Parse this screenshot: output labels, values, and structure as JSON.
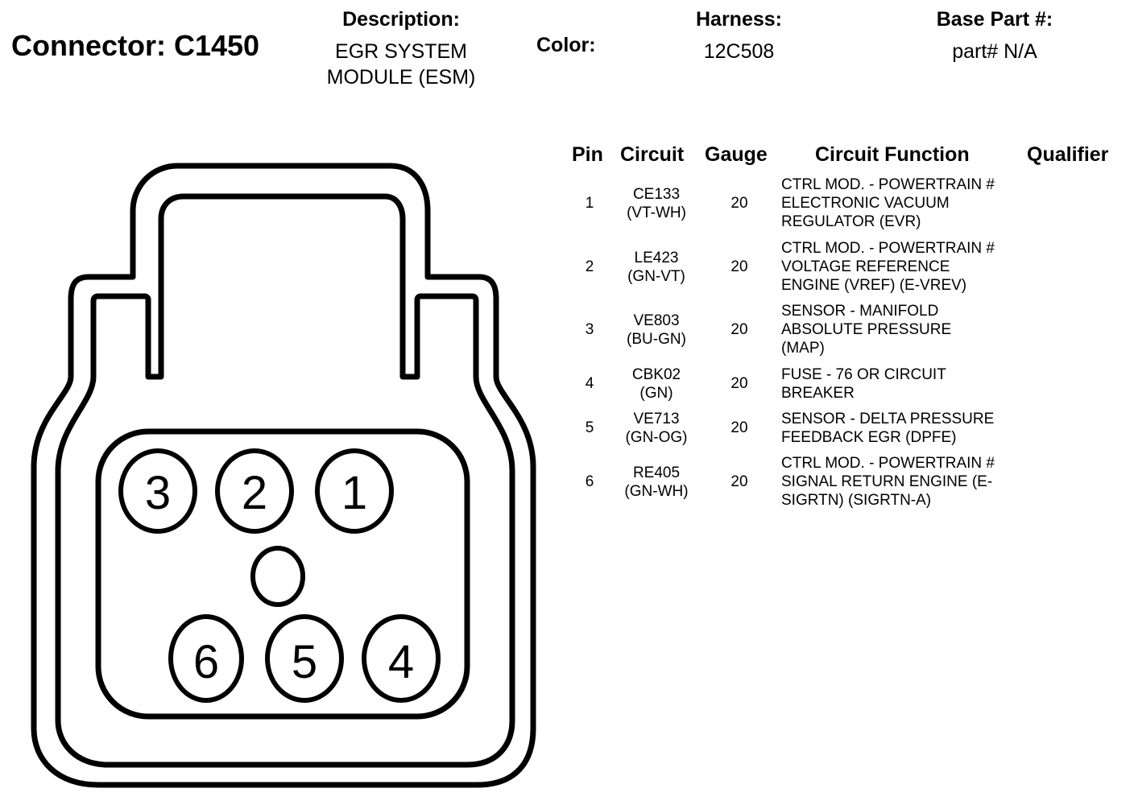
{
  "header": {
    "connector": "Connector: C1450",
    "description_label": "Description:",
    "description_line1": "EGR SYSTEM",
    "description_line2": "MODULE (ESM)",
    "color_label": "Color:",
    "harness_label": "Harness:",
    "harness_value": "12C508",
    "base_part_label": "Base Part #:",
    "base_part_value": "part# N/A"
  },
  "table": {
    "headers": {
      "pin": "Pin",
      "circuit": "Circuit",
      "gauge": "Gauge",
      "function": "Circuit Function",
      "qualifier": "Qualifier"
    },
    "rows": [
      {
        "pin": "1",
        "circuit": "CE133",
        "color": "(VT-WH)",
        "gauge": "20",
        "function": "CTRL MOD. - POWERTRAIN #\nELECTRONIC VACUUM\nREGULATOR (EVR)",
        "qualifier": ""
      },
      {
        "pin": "2",
        "circuit": "LE423",
        "color": "(GN-VT)",
        "gauge": "20",
        "function": "CTRL MOD. - POWERTRAIN #\nVOLTAGE REFERENCE\nENGINE (VREF) (E-VREV)",
        "qualifier": ""
      },
      {
        "pin": "3",
        "circuit": "VE803",
        "color": "(BU-GN)",
        "gauge": "20",
        "function": "SENSOR - MANIFOLD\nABSOLUTE PRESSURE\n(MAP)",
        "qualifier": ""
      },
      {
        "pin": "4",
        "circuit": "CBK02",
        "color": "(GN)",
        "gauge": "20",
        "function": "FUSE - 76 OR CIRCUIT\nBREAKER",
        "qualifier": ""
      },
      {
        "pin": "5",
        "circuit": "VE713",
        "color": "(GN-OG)",
        "gauge": "20",
        "function": "SENSOR - DELTA PRESSURE\nFEEDBACK EGR (DPFE)",
        "qualifier": ""
      },
      {
        "pin": "6",
        "circuit": "RE405",
        "color": "(GN-WH)",
        "gauge": "20",
        "function": "CTRL MOD. - POWERTRAIN #\nSIGNAL RETURN ENGINE (E-\nSIGRTN) (SIGRTN-A)",
        "qualifier": ""
      }
    ]
  },
  "connector_pins": [
    "3",
    "2",
    "1",
    "6",
    "5",
    "4"
  ]
}
